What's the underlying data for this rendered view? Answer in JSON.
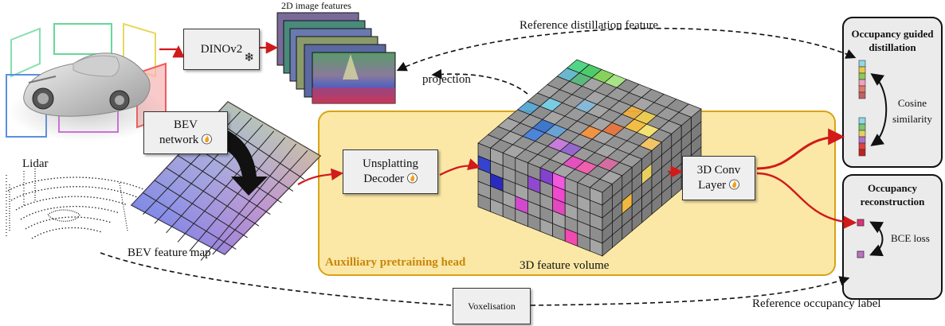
{
  "labels": {
    "image_features": "2D image features",
    "reference_distillation": "Reference distillation feature",
    "projection": "projection",
    "lidar": "Lidar",
    "bev_feature_map": "BEV feature map",
    "aux_head": "Auxilliary pretraining head",
    "feature_volume": "3D feature volume",
    "reference_occupancy": "Reference occupancy label"
  },
  "modules": {
    "dinov2": "DINOv2",
    "bev_line1": "BEV",
    "bev_line2": "network",
    "decoder_line1": "Unsplatting",
    "decoder_line2": "Decoder",
    "conv_line1": "3D Conv",
    "conv_line2": "Layer",
    "voxelisation": "Voxelisation"
  },
  "panels": {
    "distillation_title_1": "Occupancy guided",
    "distillation_title_2": "distillation",
    "cosine_1": "Cosine",
    "cosine_2": "similarity",
    "reconstruction_title_1": "Occupancy",
    "reconstruction_title_2": "reconstruction",
    "bce": "BCE loss"
  },
  "icons": {
    "frozen": "snowflake-icon",
    "trainable": "flame-icon"
  },
  "colors": {
    "arrow_red": "#d11a1a",
    "aux_fill": "#fbe8a6",
    "aux_border": "#d9a316",
    "aux_title": "#c8870c",
    "panel_bg": "#ebebeb",
    "flame": "#f2a01c",
    "frustum_colors": [
      "#67d79a",
      "#e9d85c",
      "#5b8fe0",
      "#ef5b5b",
      "#d36be0"
    ]
  },
  "feature_vectors": {
    "a": [
      "#8fd9e8",
      "#e8c84a",
      "#8cc95a",
      "#f0a0c0",
      "#e07a6a",
      "#c06060"
    ],
    "b": [
      "#8fd9e8",
      "#7ac870",
      "#e8d060",
      "#b070d0",
      "#e04040",
      "#c02020"
    ]
  }
}
